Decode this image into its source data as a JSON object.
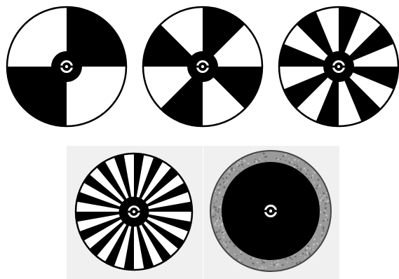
{
  "discs": [
    {
      "name": "disc-4-sectors",
      "sectors": 4,
      "style": "sectors",
      "start_color": "white"
    },
    {
      "name": "disc-8-sectors",
      "sectors": 8,
      "style": "sectors",
      "start_color": "white"
    },
    {
      "name": "disc-16-sectors",
      "sectors": 16,
      "style": "sectors",
      "start_color": "white"
    },
    {
      "name": "disc-36-sectors",
      "sectors": 36,
      "style": "sectors",
      "start_color": "white"
    },
    {
      "name": "disc-solid-with-gray-rim",
      "sectors": 0,
      "style": "solid",
      "rim_color": "#9a9a9a"
    }
  ],
  "colors": {
    "ink": "#000000",
    "paper": "#ffffff",
    "panel_background": "#f0f0f0",
    "rim_gray": "#9a9a9a"
  }
}
